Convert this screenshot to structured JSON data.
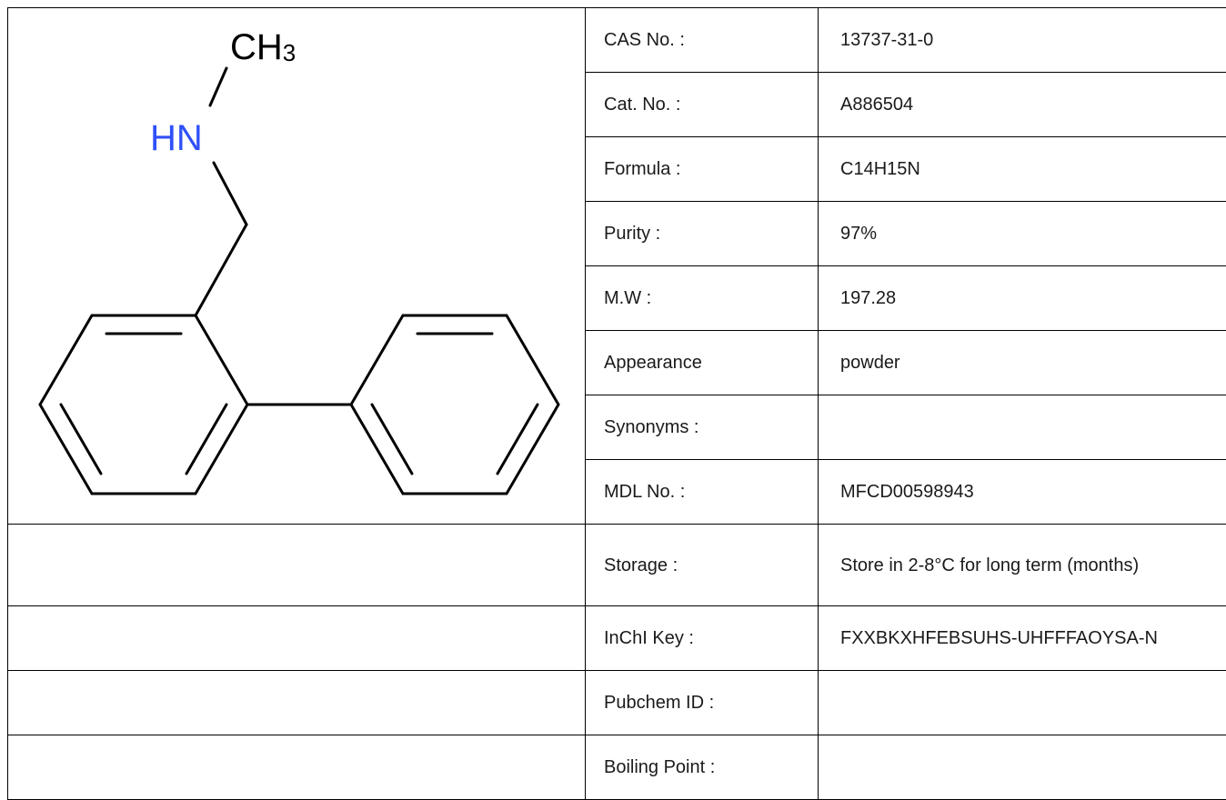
{
  "structure": {
    "atom_labels": {
      "methyl_c": "CH",
      "methyl_sub": "3",
      "amine": "HN"
    },
    "colors": {
      "bond": "#000000",
      "nitrogen": "#3050f8",
      "carbon_text": "#000000"
    }
  },
  "properties": [
    {
      "label": "CAS No. :",
      "value": "13737-31-0"
    },
    {
      "label": "Cat. No. :",
      "value": "A886504"
    },
    {
      "label": "Formula :",
      "value": "C14H15N"
    },
    {
      "label": "Purity :",
      "value": "97%"
    },
    {
      "label": "M.W :",
      "value": "197.28"
    },
    {
      "label": "Appearance",
      "value": "powder"
    },
    {
      "label": "Synonyms :",
      "value": ""
    },
    {
      "label": "MDL No. :",
      "value": "MFCD00598943"
    },
    {
      "label": "Storage :",
      "value": "Store in 2-8°C for long term (months)"
    },
    {
      "label": "InChI Key :",
      "value": "FXXBKXHFEBSUHS-UHFFFAOYSA-N"
    },
    {
      "label": "Pubchem ID :",
      "value": ""
    },
    {
      "label": "Boiling Point :",
      "value": ""
    }
  ]
}
